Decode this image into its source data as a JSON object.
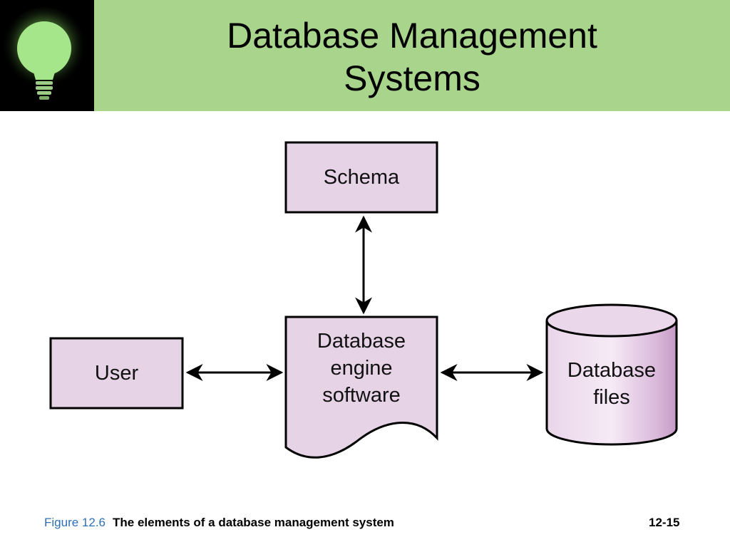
{
  "slide": {
    "title_line1": "Database Management",
    "title_line2": "Systems"
  },
  "diagram": {
    "nodes": {
      "schema": "Schema",
      "user": "User",
      "engine_line1": "Database",
      "engine_line2": "engine",
      "engine_line3": "software",
      "files_line1": "Database",
      "files_line2": "files"
    }
  },
  "footer": {
    "figure_number": "Figure 12.6",
    "caption": "The elements of a database management system",
    "page_number": "12-15"
  },
  "colors": {
    "header_bg": "#a8d48c",
    "node_fill": "#e6d3e6",
    "figure_number_color": "#2f6fb3"
  },
  "icons": [
    "lightbulb-icon"
  ]
}
